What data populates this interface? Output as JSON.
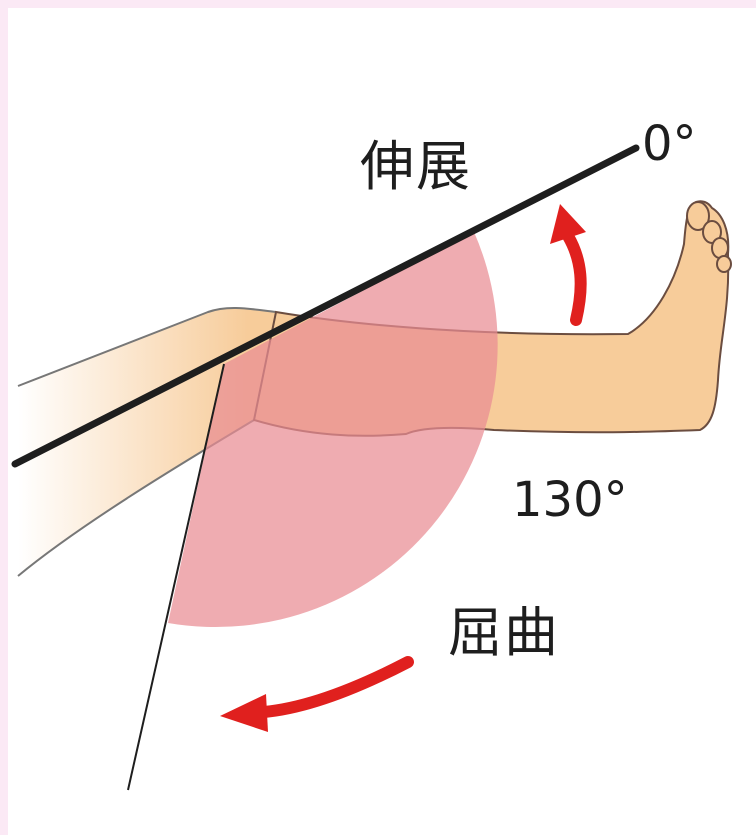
{
  "labels": {
    "extension": "伸展",
    "flexion": "屈曲",
    "extension_angle": "0°",
    "flexion_angle": "130°"
  },
  "colors": {
    "page_border": "#fbe9f5",
    "background": "#ffffff",
    "skin": "#f7cc9a",
    "skin_outline": "#6b4d40",
    "range_sector": "#e98c93",
    "arrow": "#e0201e",
    "reference_line": "#1e1e1e",
    "text": "#1e1e1e"
  },
  "icons": {
    "extension_arrow": "curved-arrow-up-icon",
    "flexion_arrow": "curved-arrow-left-icon"
  }
}
